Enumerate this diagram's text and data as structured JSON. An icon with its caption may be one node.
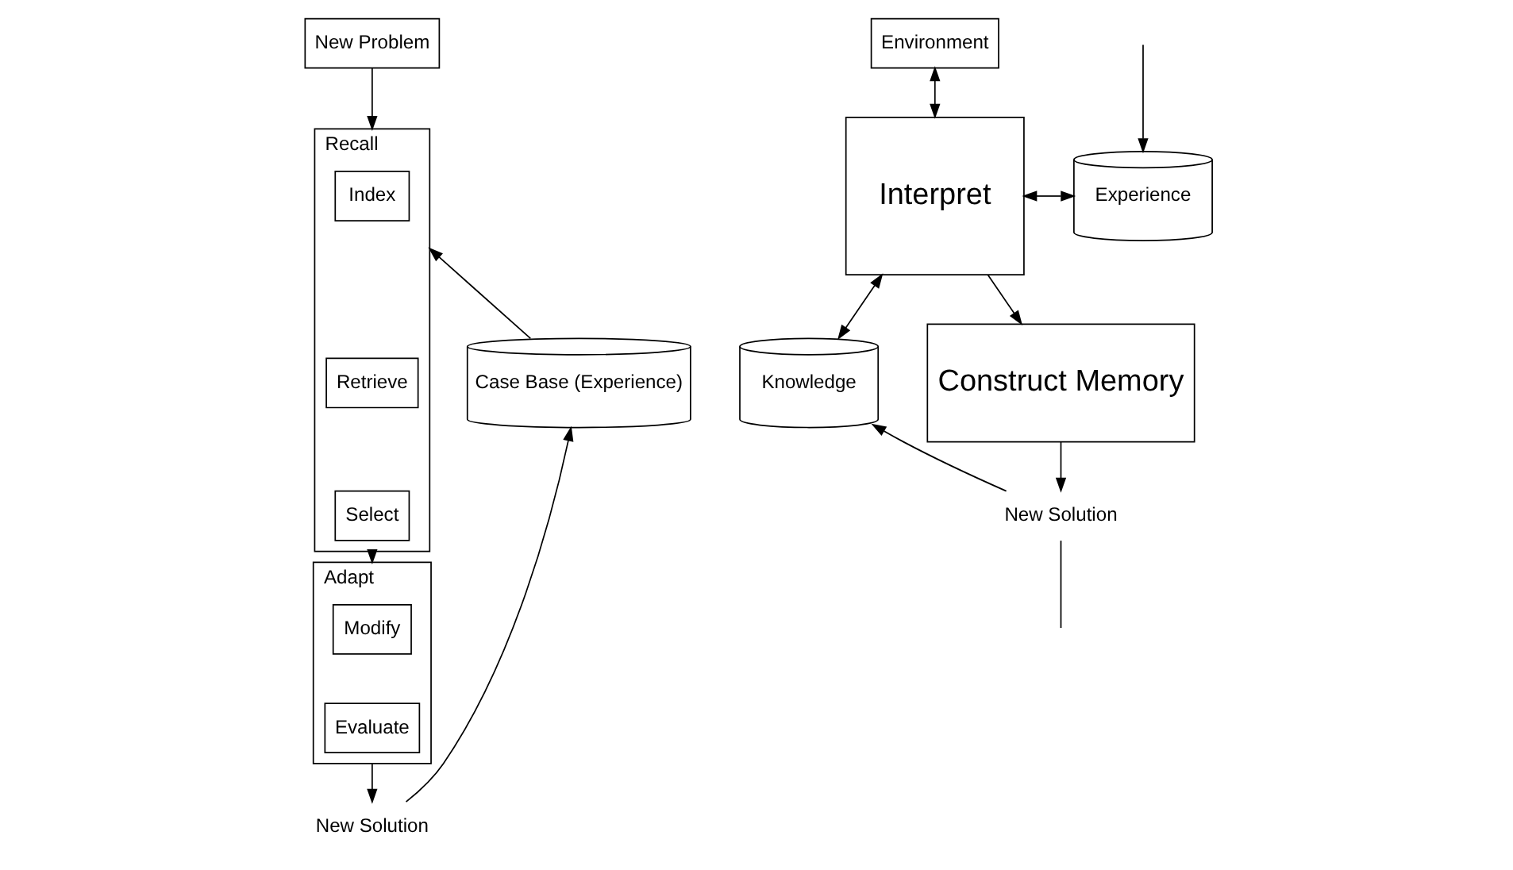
{
  "diagram": {
    "nodes": [
      {
        "text": [
          "New Problem"
        ]
      },
      {
        "text": [
          "Recall"
        ]
      },
      {
        "text": [
          "Index"
        ],
        "in": 1
      },
      {
        "text": [
          "Retrieve"
        ],
        "in": 1
      },
      {
        "text": [
          "Select"
        ],
        "in": 1
      },
      {
        "text": [
          "Adapt"
        ]
      },
      {
        "text": [
          "Modify"
        ],
        "in": 5
      },
      {
        "text": [
          "Evaluate"
        ],
        "in": 5
      },
      {
        "text": [
          "Case Base (Experience)"
        ]
      },
      {
        "text": [
          "New Solution"
        ]
      },
      {
        "text": [
          "Environment"
        ]
      },
      {
        "text": [
          "Interpret"
        ]
      },
      {
        "text": [
          "Experience"
        ]
      },
      {
        "text": [
          "Knowledge"
        ]
      },
      {
        "text": [
          "Construct Memory"
        ]
      },
      {
        "text": [
          "New Solution"
        ]
      }
    ],
    "edges": [
      {
        "from": 0,
        "to": 1,
        "arrow": "to"
      },
      {
        "from": 8,
        "to": 1,
        "arrow": "to"
      },
      {
        "from": 1,
        "to": 5,
        "arrow": "to"
      },
      {
        "from": 5,
        "to": 9,
        "arrow": "to"
      },
      {
        "from": 9,
        "to": 8,
        "arrow": "to"
      },
      {
        "from": 10,
        "to": 11,
        "arrow": "both"
      },
      {
        "from": 11,
        "to": 12,
        "arrow": "both"
      },
      {
        "from": 11,
        "to": 13,
        "arrow": "both"
      },
      {
        "from": null,
        "to": 12,
        "arrow": "to"
      },
      {
        "from": 11,
        "to": 14,
        "arrow": "to"
      },
      {
        "from": 14,
        "to": 15,
        "arrow": "to"
      },
      {
        "from": 15,
        "to": 13,
        "arrow": "to"
      },
      {
        "from": 15,
        "to": null,
        "arrow": "none"
      }
    ]
  }
}
